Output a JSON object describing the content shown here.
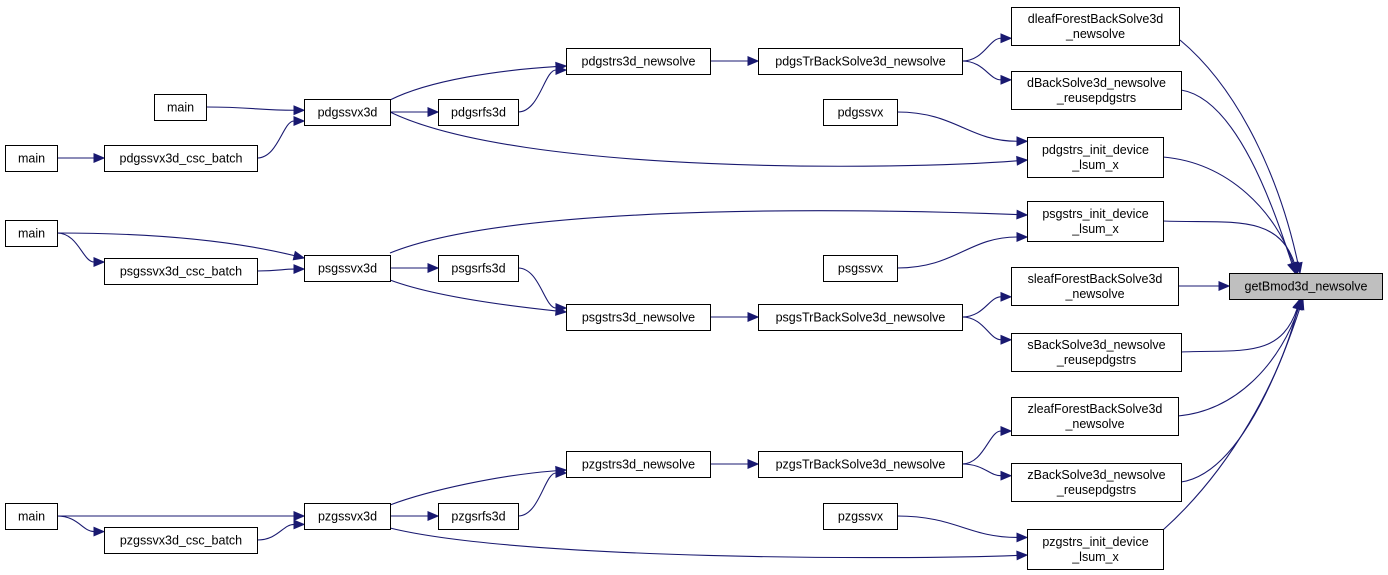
{
  "graph": {
    "nodes": {
      "getBmod": {
        "lines": [
          "getBmod3d_newsolve"
        ],
        "highlight": true
      },
      "dleafForest": {
        "lines": [
          "dleafForestBackSolve3d",
          "_newsolve"
        ]
      },
      "dBackSolve": {
        "lines": [
          "dBackSolve3d_newsolve",
          "_reusepdgstrs"
        ]
      },
      "pdgstrsInit": {
        "lines": [
          "pdgstrs_init_device",
          "_lsum_x"
        ]
      },
      "psgstrsInit": {
        "lines": [
          "psgstrs_init_device",
          "_lsum_x"
        ]
      },
      "sleafForest": {
        "lines": [
          "sleafForestBackSolve3d",
          "_newsolve"
        ]
      },
      "sBackSolve": {
        "lines": [
          "sBackSolve3d_newsolve",
          "_reusepdgstrs"
        ]
      },
      "zleafForest": {
        "lines": [
          "zleafForestBackSolve3d",
          "_newsolve"
        ]
      },
      "zBackSolve": {
        "lines": [
          "zBackSolve3d_newsolve",
          "_reusepdgstrs"
        ]
      },
      "pzgstrsInit": {
        "lines": [
          "pzgstrs_init_device",
          "_lsum_x"
        ]
      },
      "pdgsTrBack": {
        "lines": [
          "pdgsTrBackSolve3d_newsolve"
        ]
      },
      "psgsTrBack": {
        "lines": [
          "psgsTrBackSolve3d_newsolve"
        ]
      },
      "pzgsTrBack": {
        "lines": [
          "pzgsTrBackSolve3d_newsolve"
        ]
      },
      "pdgssvx": {
        "lines": [
          "pdgssvx"
        ]
      },
      "psgssvx": {
        "lines": [
          "psgssvx"
        ]
      },
      "pzgssvx": {
        "lines": [
          "pzgssvx"
        ]
      },
      "pdgstrs3d": {
        "lines": [
          "pdgstrs3d_newsolve"
        ]
      },
      "psgstrs3d": {
        "lines": [
          "psgstrs3d_newsolve"
        ]
      },
      "pzgstrs3d": {
        "lines": [
          "pzgstrs3d_newsolve"
        ]
      },
      "pdgsrfs3d": {
        "lines": [
          "pdgsrfs3d"
        ]
      },
      "psgsrfs3d": {
        "lines": [
          "psgsrfs3d"
        ]
      },
      "pzgsrfs3d": {
        "lines": [
          "pzgsrfs3d"
        ]
      },
      "pdgssvx3d": {
        "lines": [
          "pdgssvx3d"
        ]
      },
      "psgssvx3d": {
        "lines": [
          "psgssvx3d"
        ]
      },
      "pzgssvx3d": {
        "lines": [
          "pzgssvx3d"
        ]
      },
      "pdgssvx3dBatch": {
        "lines": [
          "pdgssvx3d_csc_batch"
        ]
      },
      "psgssvx3dBatch": {
        "lines": [
          "psgssvx3d_csc_batch"
        ]
      },
      "pzgssvx3dBatch": {
        "lines": [
          "pzgssvx3d_csc_batch"
        ]
      },
      "main_d1": {
        "lines": [
          "main"
        ]
      },
      "main_d2": {
        "lines": [
          "main"
        ]
      },
      "main_s": {
        "lines": [
          "main"
        ]
      },
      "main_z": {
        "lines": [
          "main"
        ]
      }
    },
    "edges": [
      [
        "dleafForest",
        "getBmod"
      ],
      [
        "dBackSolve",
        "getBmod"
      ],
      [
        "pdgstrsInit",
        "getBmod"
      ],
      [
        "psgstrsInit",
        "getBmod"
      ],
      [
        "sleafForest",
        "getBmod"
      ],
      [
        "sBackSolve",
        "getBmod"
      ],
      [
        "zleafForest",
        "getBmod"
      ],
      [
        "zBackSolve",
        "getBmod"
      ],
      [
        "pzgstrsInit",
        "getBmod"
      ],
      [
        "pdgsTrBack",
        "dleafForest"
      ],
      [
        "pdgsTrBack",
        "dBackSolve"
      ],
      [
        "pdgssvx",
        "pdgstrsInit"
      ],
      [
        "pdgssvx3d",
        "pdgstrsInit"
      ],
      [
        "psgssvx3d",
        "psgstrsInit"
      ],
      [
        "psgssvx",
        "psgstrsInit"
      ],
      [
        "psgsTrBack",
        "sleafForest"
      ],
      [
        "psgsTrBack",
        "sBackSolve"
      ],
      [
        "pzgsTrBack",
        "zleafForest"
      ],
      [
        "pzgsTrBack",
        "zBackSolve"
      ],
      [
        "pzgssvx",
        "pzgstrsInit"
      ],
      [
        "pzgssvx3d",
        "pzgstrsInit"
      ],
      [
        "pdgstrs3d",
        "pdgsTrBack"
      ],
      [
        "psgstrs3d",
        "psgsTrBack"
      ],
      [
        "pzgstrs3d",
        "pzgsTrBack"
      ],
      [
        "pdgssvx3d",
        "pdgstrs3d"
      ],
      [
        "pdgsrfs3d",
        "pdgstrs3d"
      ],
      [
        "pdgssvx3d",
        "pdgsrfs3d"
      ],
      [
        "psgssvx3d",
        "psgstrs3d"
      ],
      [
        "psgsrfs3d",
        "psgstrs3d"
      ],
      [
        "psgssvx3d",
        "psgsrfs3d"
      ],
      [
        "pzgssvx3d",
        "pzgstrs3d"
      ],
      [
        "pzgsrfs3d",
        "pzgstrs3d"
      ],
      [
        "pzgssvx3d",
        "pzgsrfs3d"
      ],
      [
        "main_d1",
        "pdgssvx3d"
      ],
      [
        "pdgssvx3dBatch",
        "pdgssvx3d"
      ],
      [
        "main_d2",
        "pdgssvx3dBatch"
      ],
      [
        "main_s",
        "psgssvx3d"
      ],
      [
        "psgssvx3dBatch",
        "psgssvx3d"
      ],
      [
        "main_s",
        "psgssvx3dBatch"
      ],
      [
        "main_z",
        "pzgssvx3d"
      ],
      [
        "pzgssvx3dBatch",
        "pzgssvx3d"
      ],
      [
        "main_z",
        "pzgssvx3dBatch"
      ]
    ]
  },
  "colors": {
    "edge": "#191970",
    "highlight_fill": "#bfbfbf",
    "node_border": "#000000",
    "node_fill": "#ffffff"
  }
}
